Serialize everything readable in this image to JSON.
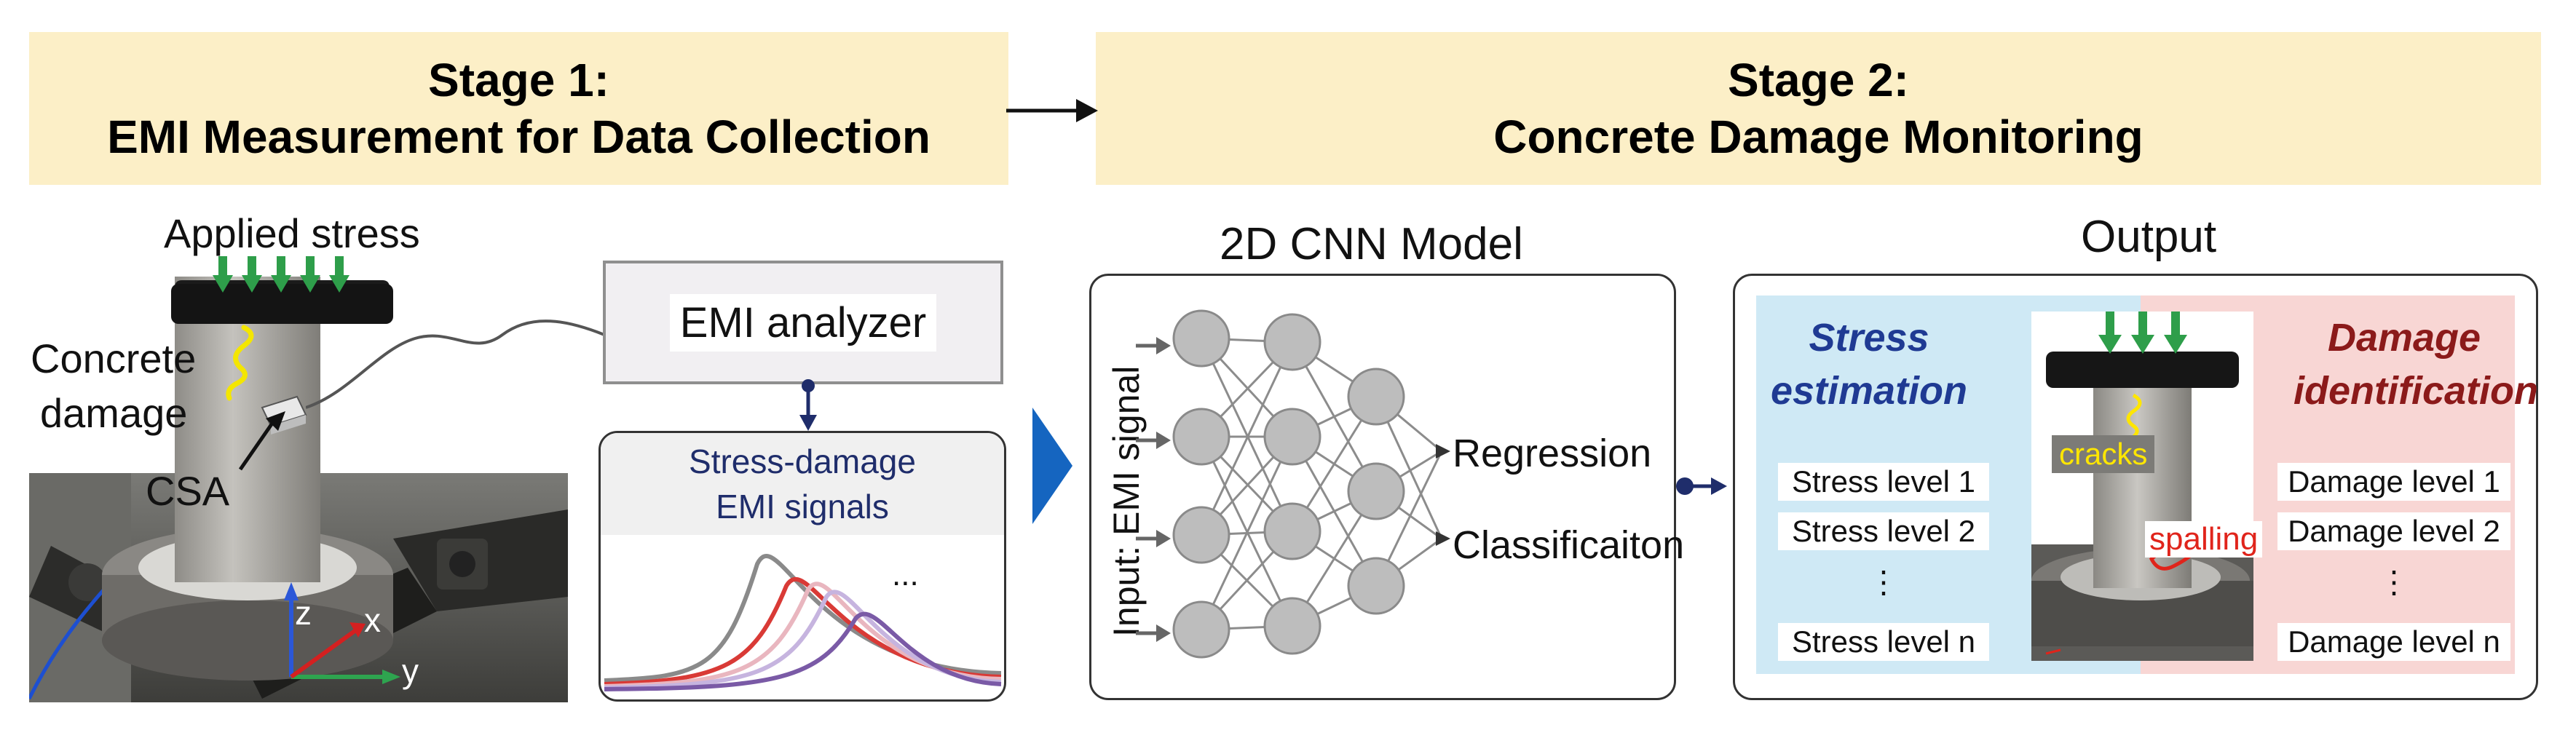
{
  "stage1": {
    "title": "Stage 1:",
    "subtitle": "EMI Measurement for Data Collection",
    "applied_stress": "Applied stress",
    "concrete_damage_line1": "Concrete",
    "concrete_damage_line2": "damage",
    "csa": "CSA",
    "axis_z": "z",
    "axis_x": "x",
    "axis_y": "y",
    "emi_analyzer": "EMI analyzer",
    "signals_line1": "Stress-damage",
    "signals_line2": "EMI signals",
    "ellipsis": "..."
  },
  "stage2": {
    "title": "Stage 2:",
    "subtitle": "Concrete Damage Monitoring",
    "cnn_title": "2D CNN Model",
    "input_label": "Input: EMI signal",
    "regression": "Regression",
    "classification": "Classificaiton",
    "output_title": "Output",
    "stress_heading_line1": "Stress",
    "stress_heading_line2": "estimation",
    "damage_heading_line1": "Damage",
    "damage_heading_line2": "identification",
    "stress_levels": [
      "Stress level 1",
      "Stress level 2",
      "⋮",
      "Stress level n"
    ],
    "damage_levels": [
      "Damage level 1",
      "Damage level 2",
      "⋮",
      "Damage level n"
    ],
    "cracks": "cracks",
    "spalling": "spalling"
  },
  "colors": {
    "banner_bg": "#fcefc7",
    "heading_blue": "#1f3a93",
    "heading_red": "#8b1a1a",
    "stress_panel": "#cfe9f5",
    "damage_panel": "#f8d6d4",
    "arrow_blue": "#1565c0",
    "force_green": "#2e9e4a",
    "cracks_yellow": "#ffe600",
    "spalling_red": "#e0241b"
  }
}
